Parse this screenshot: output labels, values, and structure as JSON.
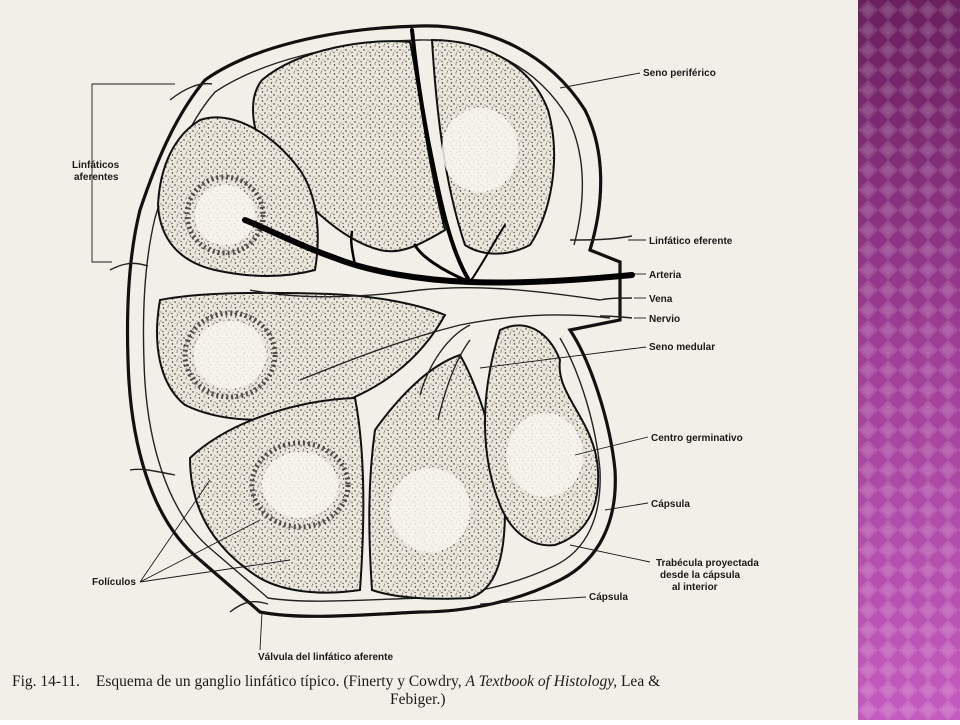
{
  "figure": {
    "labels": {
      "seno_periferico": "Seno periférico",
      "linfaticos_aferentes_1": "Linfáticos",
      "linfaticos_aferentes_2": "aferentes",
      "linfatico_eferente": "Linfático eferente",
      "arteria": "Arteria",
      "vena": "Vena",
      "nervio": "Nervio",
      "seno_medular": "Seno medular",
      "centro_germinativo": "Centro germinativo",
      "capsula_1": "Cápsula",
      "trabecula_1": "Trabécula proyectada",
      "trabecula_2": "desde la cápsula",
      "trabecula_3": "al interior",
      "capsula_2": "Cápsula",
      "foliculos": "Folículos",
      "valvula": "Válvula del linfático aferente"
    },
    "caption": {
      "fig_label": "Fig. 14-11.",
      "line1_text": "Esquema de un ganglio linfático típico. (Finerty y Cowdry, ",
      "book_title": "A Textbook of Histology,",
      "line1_end": " Lea &",
      "line2": "Febiger.)"
    }
  },
  "colors": {
    "paper": "#f2efe8",
    "ink": "#1a1a1a",
    "side_panel_dark": "#7a2a6e",
    "side_panel_light": "#c85bc0"
  }
}
